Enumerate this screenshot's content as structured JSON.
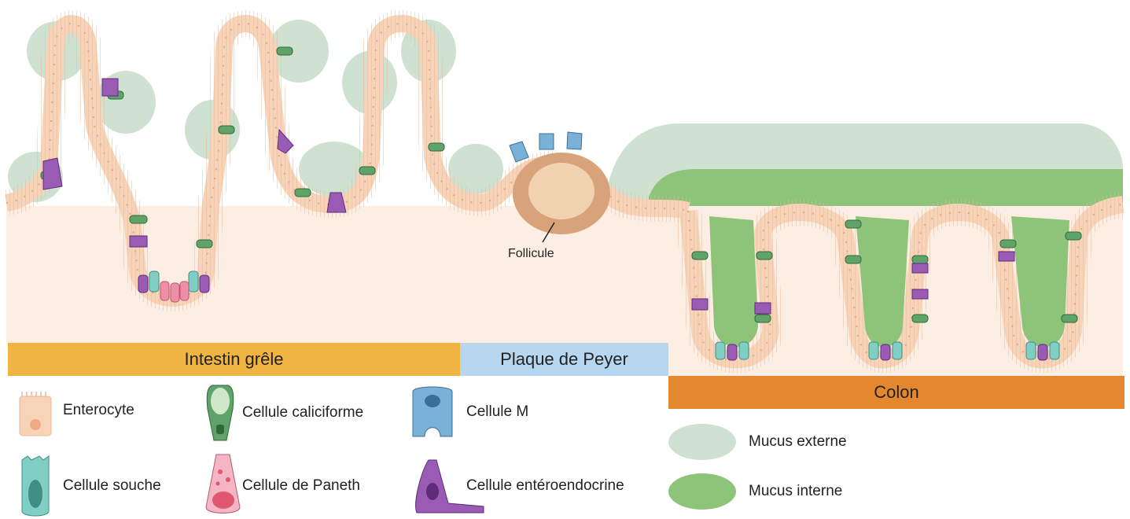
{
  "regions": {
    "small_intestine": "Intestin grêle",
    "peyer_patch": "Plaque de Peyer",
    "colon": "Colon"
  },
  "annotations": {
    "follicle": "Follicule"
  },
  "legend": {
    "enterocyte": "Enterocyte",
    "goblet_cell": "Cellule caliciforme",
    "m_cell": "Cellule M",
    "stem_cell": "Cellule souche",
    "paneth_cell": "Cellule de Paneth",
    "enteroendocrine_cell": "Cellule entéroendocrine",
    "outer_mucus": "Mucus externe",
    "inner_mucus": "Mucus interne"
  },
  "colors": {
    "tissue": "#fdeee3",
    "epithelium": "#f7d3b8",
    "outer_mucus": "#cfe1d0",
    "inner_mucus": "#8ec47a",
    "small_intestine_band": "#f0b443",
    "peyer_band": "#b6d7ef",
    "colon_band": "#e5872e",
    "follicle_outer": "#d8a27a",
    "follicle_inner": "#f0d2b0",
    "goblet": "#5fa36a",
    "enteroendocrine": "#9a5bb4",
    "stem": "#7fcfc4",
    "paneth": "#ef8fa5",
    "m_cell": "#7ab1d6"
  }
}
